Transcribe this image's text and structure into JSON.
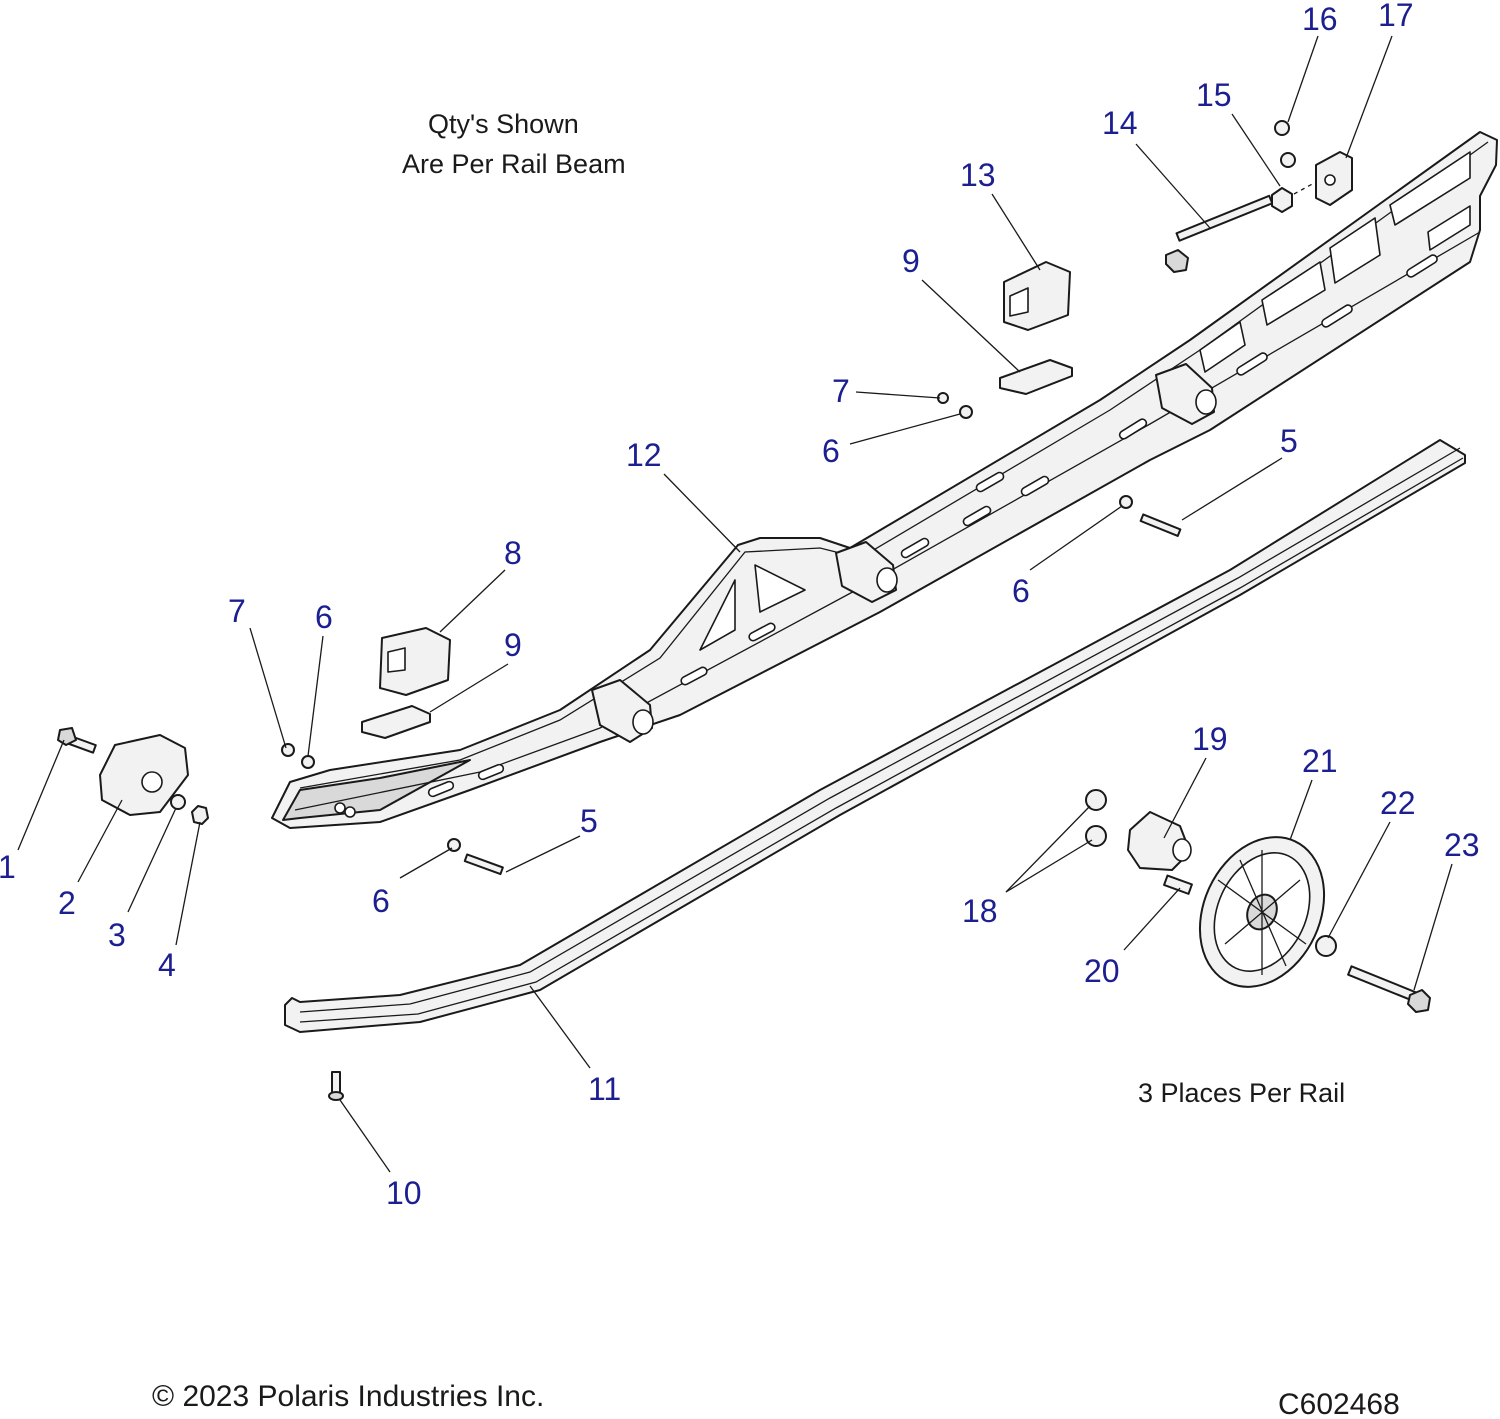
{
  "notes": {
    "qty_line1": "Qty's Shown",
    "qty_line2": "Are Per Rail Beam",
    "places": "3 Places Per Rail"
  },
  "footer": {
    "copyright": "© 2023 Polaris Industries Inc.",
    "diagram_id": "C602468"
  },
  "callouts": [
    {
      "id": "c1",
      "label": "1"
    },
    {
      "id": "c2",
      "label": "2"
    },
    {
      "id": "c3",
      "label": "3"
    },
    {
      "id": "c4",
      "label": "4"
    },
    {
      "id": "c5a",
      "label": "5"
    },
    {
      "id": "c5b",
      "label": "5"
    },
    {
      "id": "c6a",
      "label": "6"
    },
    {
      "id": "c6b",
      "label": "6"
    },
    {
      "id": "c6c",
      "label": "6"
    },
    {
      "id": "c6d",
      "label": "6"
    },
    {
      "id": "c7a",
      "label": "7"
    },
    {
      "id": "c7b",
      "label": "7"
    },
    {
      "id": "c8",
      "label": "8"
    },
    {
      "id": "c9a",
      "label": "9"
    },
    {
      "id": "c9b",
      "label": "9"
    },
    {
      "id": "c10",
      "label": "10"
    },
    {
      "id": "c11",
      "label": "11"
    },
    {
      "id": "c12",
      "label": "12"
    },
    {
      "id": "c13",
      "label": "13"
    },
    {
      "id": "c14",
      "label": "14"
    },
    {
      "id": "c15",
      "label": "15"
    },
    {
      "id": "c16",
      "label": "16"
    },
    {
      "id": "c17",
      "label": "17"
    },
    {
      "id": "c18",
      "label": "18"
    },
    {
      "id": "c19",
      "label": "19"
    },
    {
      "id": "c20",
      "label": "20"
    },
    {
      "id": "c21",
      "label": "21"
    },
    {
      "id": "c22",
      "label": "22"
    },
    {
      "id": "c23",
      "label": "23"
    }
  ]
}
